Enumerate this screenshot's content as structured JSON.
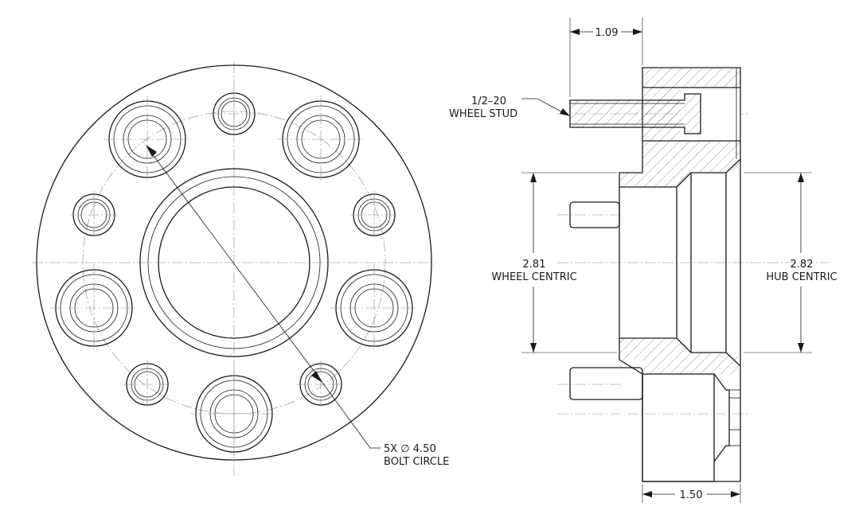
{
  "annotations": {
    "stud_thread": "1/2–20",
    "stud_label": "WHEEL STUD",
    "top_dim": "1.09",
    "bottom_dim": "1.50",
    "left_dim_value": "2.81",
    "left_dim_label": "WHEEL CENTRIC",
    "right_dim_value": "2.82",
    "right_dim_label": "HUB CENTRIC",
    "bolt_circle_value": "5X ∅ 4.50",
    "bolt_circle_label": "BOLT CIRCLE"
  }
}
